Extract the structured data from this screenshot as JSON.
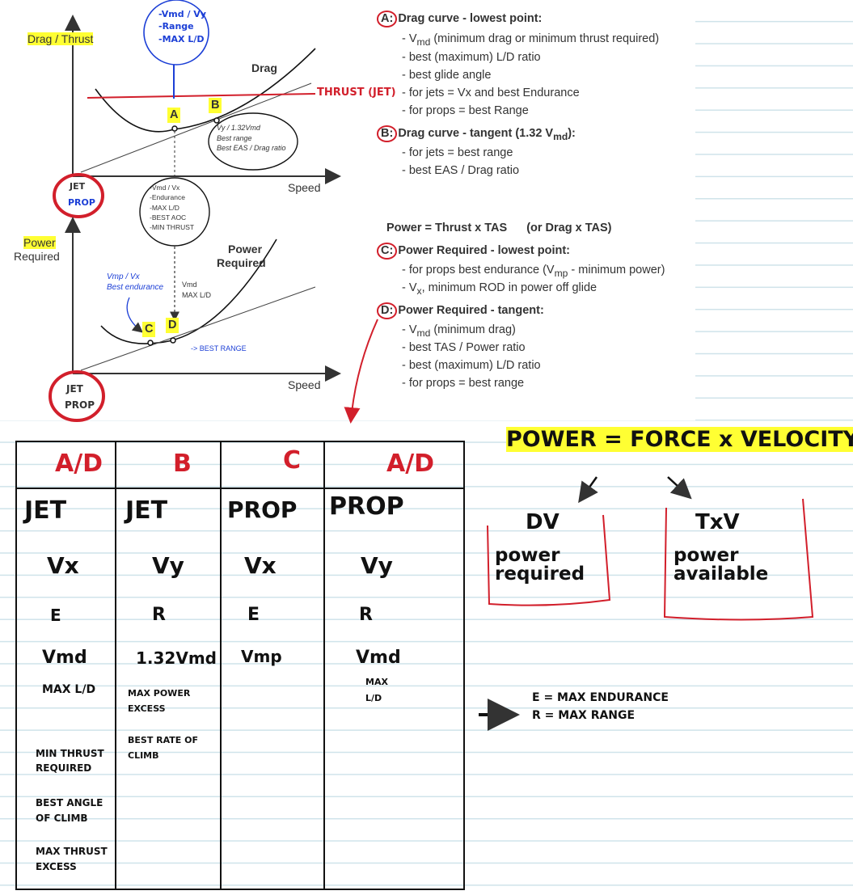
{
  "diagram": {
    "top_axis_label": "Drag / Thrust",
    "bottom_axis_label_1": "Power",
    "bottom_axis_label_2": "Required",
    "speed_label_top": "Speed",
    "speed_label_bottom": "Speed",
    "drag_curve_label": "Drag",
    "power_curve_label_1": "Power",
    "power_curve_label_2": "Required",
    "point_a": "A",
    "point_b": "B",
    "point_c": "C",
    "point_d": "D",
    "thrust_jet": "THRUST (JET)",
    "balloon_top": [
      "-Vmd / Vy",
      "-Range",
      "-MAX L/D"
    ],
    "balloon_b": [
      "Vy / 1.32Vmd",
      "Best range",
      "Best EAS / Drag ratio"
    ],
    "balloon_mid": [
      "-Vmd / Vx",
      "-Endurance",
      "-MAX L/D",
      "-BEST AOC",
      "-MIN THRUST"
    ],
    "note_vmp": [
      "Vmp / Vx",
      "Best endurance"
    ],
    "note_vmd": [
      "Vmd",
      "MAX L/D"
    ],
    "best_range_note": "-> BEST RANGE",
    "jet_top": "JET",
    "prop_top": "PROP",
    "jet_bottom": "JET",
    "prop_bottom": "PROP"
  },
  "notes": {
    "a_label": "A:",
    "a_title": "Drag curve - lowest point:",
    "a_items": [
      "- V",
      "md",
      " (minimum drag or minimum thrust required)"
    ],
    "a_item2": "- best (maximum) L/D ratio",
    "a_item3": "- best glide angle",
    "a_item4": "- for jets = Vx and best Endurance",
    "a_item5": "- for props = best Range",
    "b_label": "B:",
    "b_title_1": "Drag curve - tangent (1.32 V",
    "b_title_sub": "md",
    "b_title_2": "):",
    "b_item1": "- for jets = best range",
    "b_item2": "- best EAS / Drag ratio",
    "power_eq": "Power = Thrust x TAS",
    "power_eq_alt": "(or Drag x TAS)",
    "c_label": "C:",
    "c_title": "Power Required - lowest point:",
    "c_item1_a": "- for props best endurance (V",
    "c_item1_sub": "mp",
    "c_item1_b": " - minimum power)",
    "c_item2_a": "- V",
    "c_item2_sub": "x",
    "c_item2_b": ", minimum ROD in power off glide",
    "d_label": "D:",
    "d_title": "Power Required - tangent:",
    "d_item1_a": "- V",
    "d_item1_sub": "md",
    "d_item1_b": " (minimum drag)",
    "d_item2": "- best TAS / Power ratio",
    "d_item3": "- best (maximum) L/D ratio",
    "d_item4": "- for props = best range"
  },
  "handwritten": {
    "power_formula": "POWER = FORCE x VELOCITY",
    "dv": "DV",
    "power_required": [
      "power",
      "required"
    ],
    "txv": "TxV",
    "power_available": [
      "power",
      "available"
    ],
    "legend_e": "E = MAX ENDURANCE",
    "legend_r": "R = MAX RANGE"
  },
  "table": {
    "headers": [
      "A/D",
      "B",
      "C",
      "A/D"
    ],
    "types": [
      "JET",
      "JET",
      "PROP",
      "PROP"
    ],
    "col1": [
      "Vx",
      "E",
      "Vmd",
      "MAX L/D",
      "MIN THRUST REQUIRED",
      "BEST ANGLE OF CLIMB",
      "MAX THRUST EXCESS"
    ],
    "col2": [
      "Vy",
      "R",
      "1.32Vmd",
      "MAX POWER EXCESS",
      "BEST RATE OF CLIMB"
    ],
    "col3": [
      "Vx",
      "E",
      "Vmp"
    ],
    "col4": [
      "Vy",
      "R",
      "Vmd",
      "MAX L/D"
    ]
  },
  "colors": {
    "red": "#d21f2b",
    "blue": "#1c3fd6",
    "highlight": "#ffff33",
    "ink": "#111111"
  }
}
